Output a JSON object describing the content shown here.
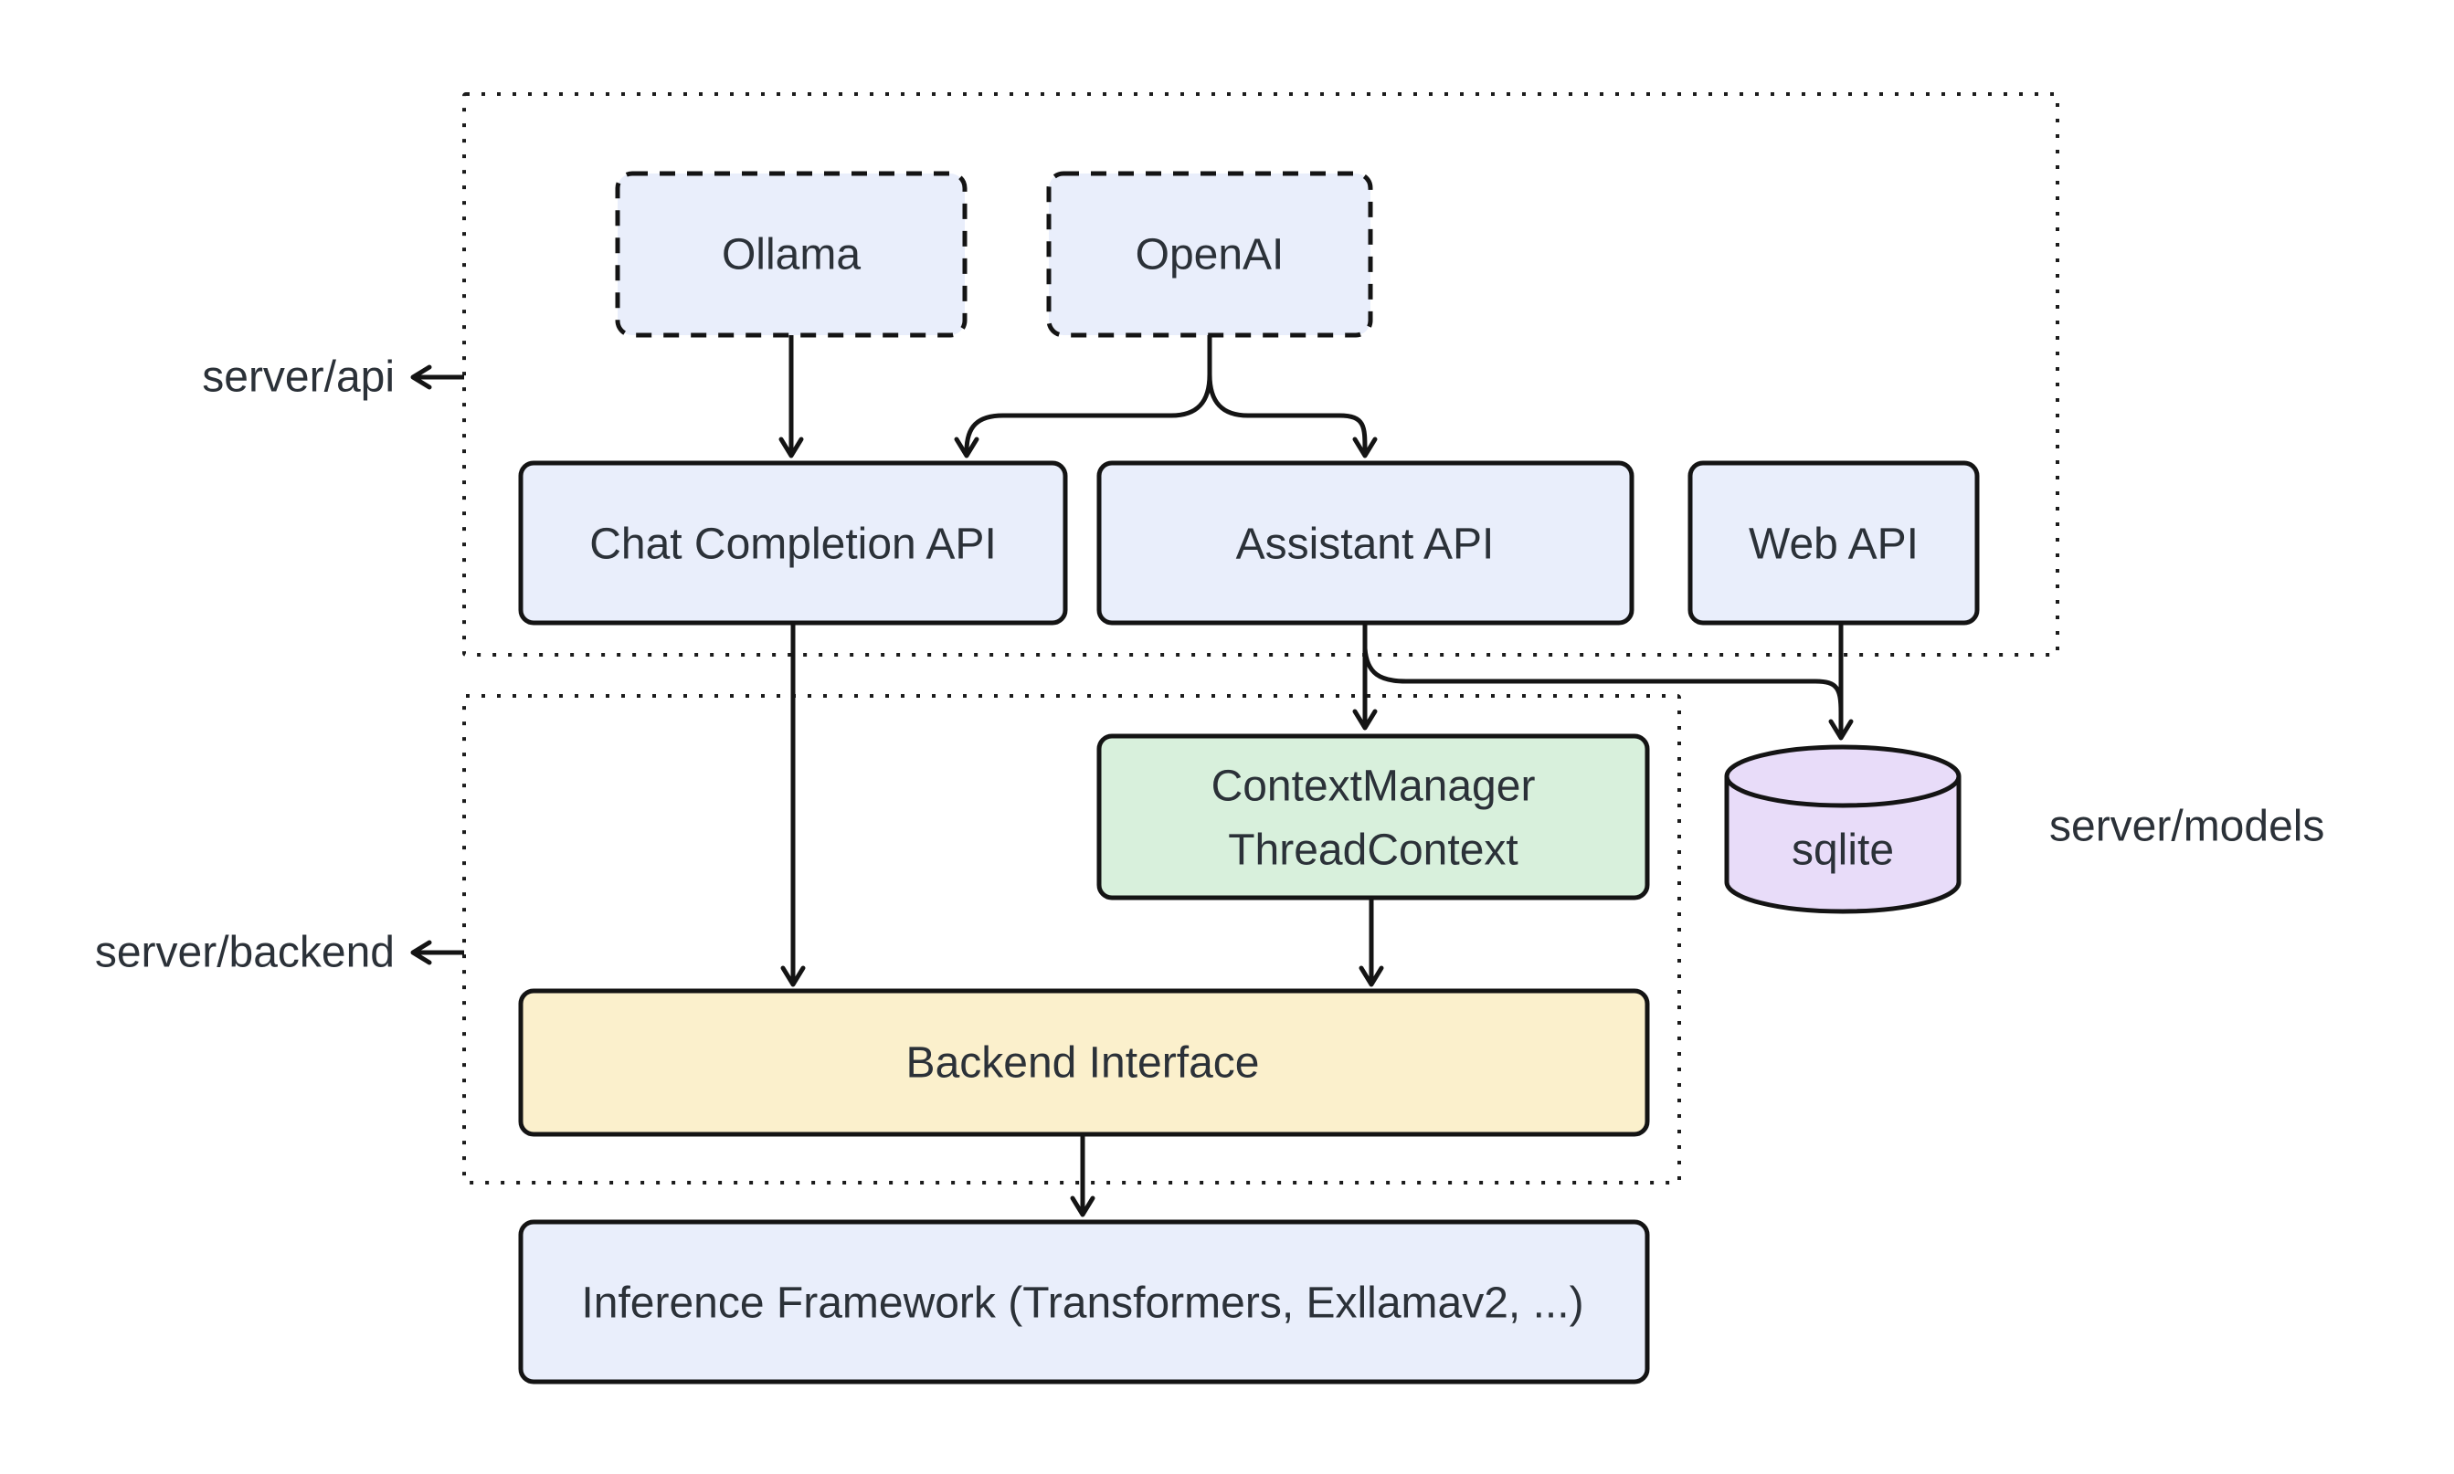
{
  "diagram": {
    "background": "#ffffff",
    "line_color": "#141414",
    "text_color": "#2b3138",
    "groups": {
      "api": {
        "label": "server/api"
      },
      "backend": {
        "label": "server/backend"
      },
      "models": {
        "label": "server/models"
      }
    },
    "nodes": {
      "ollama": {
        "label": "Ollama",
        "fill": "#e9eefb"
      },
      "openai": {
        "label": "OpenAI",
        "fill": "#e9eefb"
      },
      "chat_completion_api": {
        "label": "Chat Completion API",
        "fill": "#e9eefb"
      },
      "assistant_api": {
        "label": "Assistant API",
        "fill": "#e9eefb"
      },
      "web_api": {
        "label": "Web API",
        "fill": "#e9eefb"
      },
      "context_manager": {
        "label_line1": "ContextManager",
        "label_line2": "ThreadContext",
        "fill": "#d8f0dc"
      },
      "sqlite": {
        "label": "sqlite",
        "fill": "#e8dcf9"
      },
      "backend_interface": {
        "label": "Backend Interface",
        "fill": "#fbf0cc"
      },
      "inference_framework": {
        "label": "Inference Framework (Transformers, Exllamav2, ...)",
        "fill": "#e9eefb"
      }
    }
  }
}
